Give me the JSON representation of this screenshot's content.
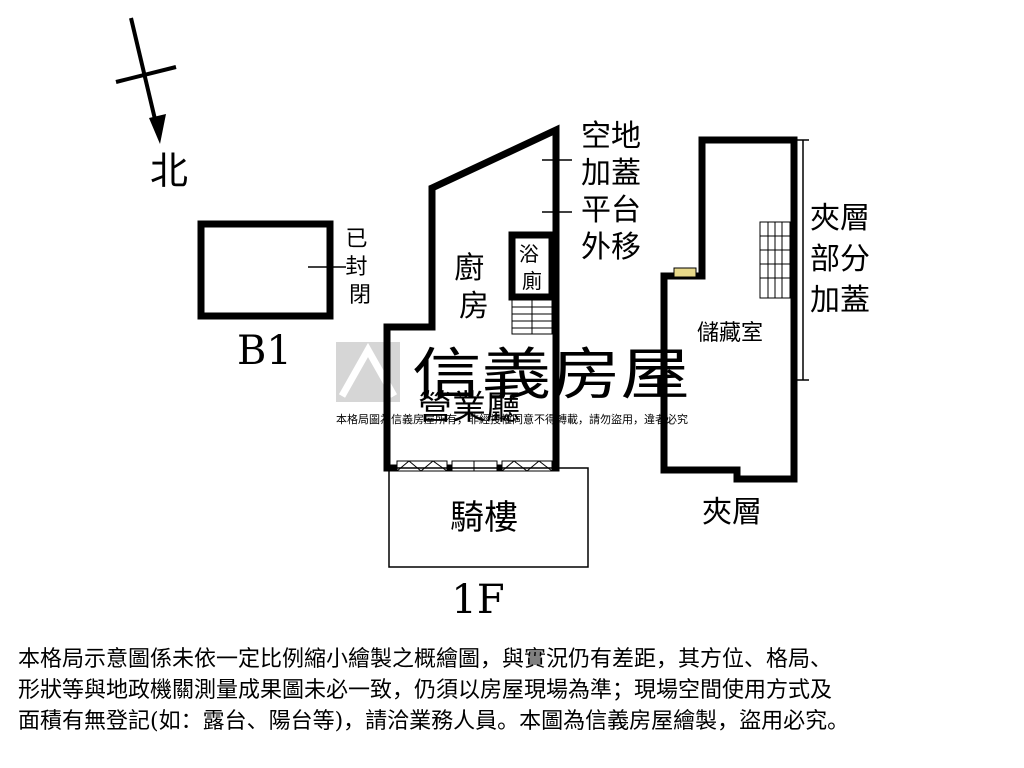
{
  "compass": {
    "north": "北"
  },
  "b1": {
    "sealed_label": "已封閉",
    "floor_label": "B1"
  },
  "first_floor": {
    "note": "空地加蓋平台外移",
    "kitchen": "廚房",
    "bathroom": "浴廁",
    "business_hall": "營業廳",
    "arcade": "騎樓",
    "floor_label": "1F"
  },
  "mezzanine": {
    "note": "夾層部分加蓋",
    "storage": "儲藏室",
    "floor_label": "夾層"
  },
  "watermark": {
    "brand": "信義房屋",
    "notice": "本格局圖為信義房屋所有，非經授權同意不得轉載，請勿盜用，違者必究"
  },
  "disclaimer": {
    "line1": "本格局示意圖係未依一定比例縮小繪製之概繪圖，與實況仍有差距，其方位、格局、",
    "line2": "形狀等與地政機關測量成果圖未必一致，仍須以房屋現場為準；現場空間使用方式及",
    "line3": "面積有無登記(如：露台、陽台等)，請洽業務人員。本圖為信義房屋繪製，盜用必究。"
  },
  "colors": {
    "line": "#000000",
    "watermark": "#c8c8c8",
    "background": "#ffffff"
  }
}
